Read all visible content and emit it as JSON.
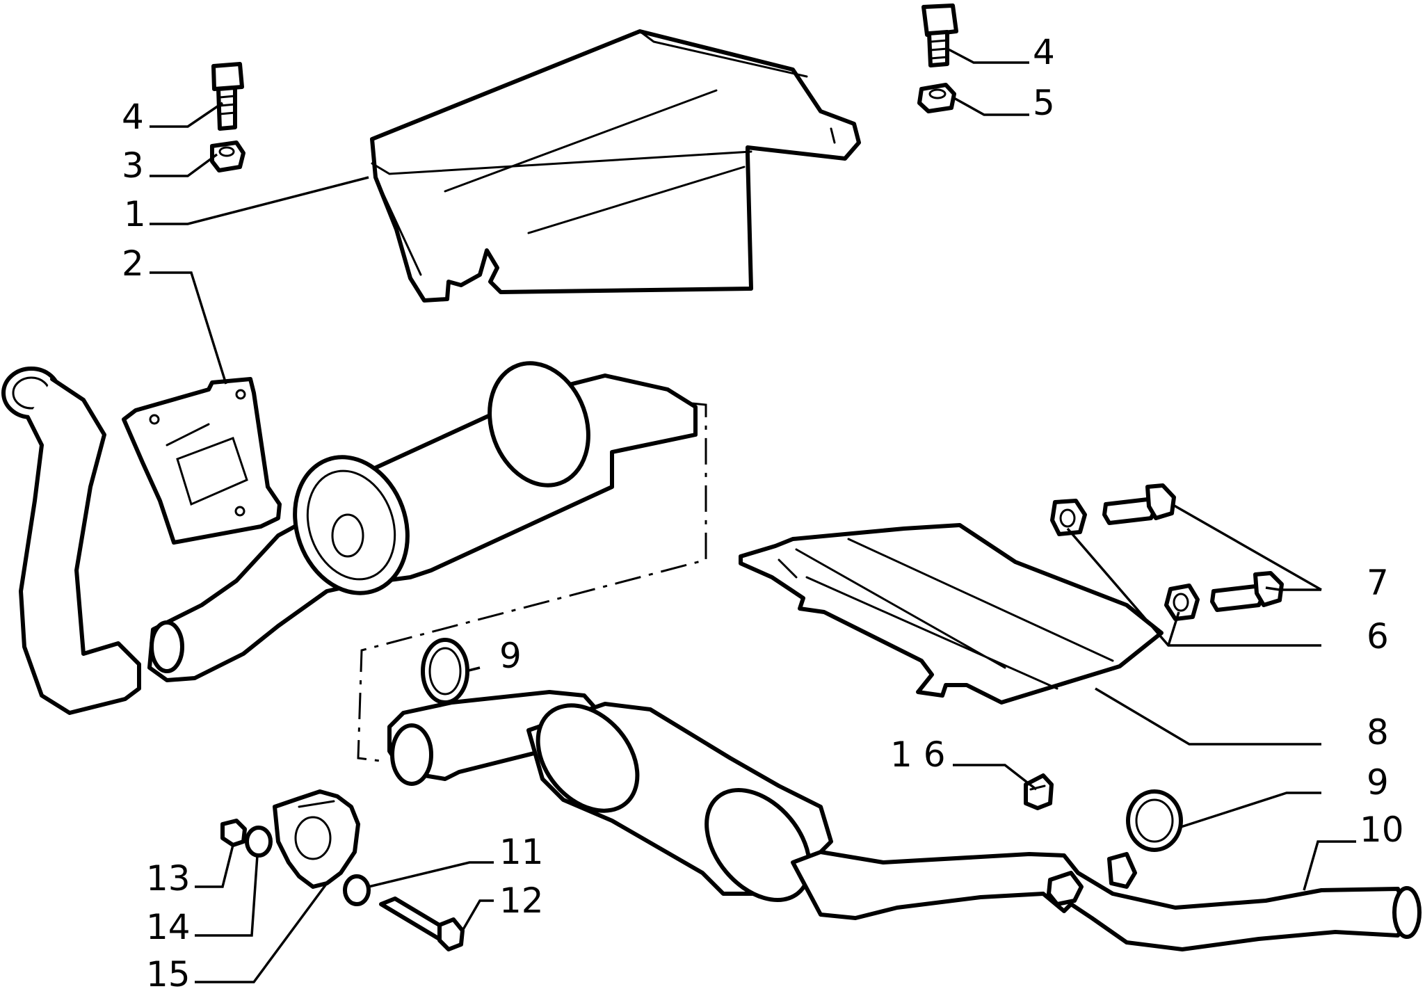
{
  "callouts": {
    "c1": "1",
    "c2": "2",
    "c3": "3",
    "c4_left": "4",
    "c4_right": "4",
    "c5": "5",
    "c6": "6",
    "c7": "7",
    "c8": "8",
    "c9_left": "9",
    "c9_right": "9",
    "c10": "10",
    "c11": "11",
    "c12": "12",
    "c13": "13",
    "c14": "14",
    "c15": "15",
    "c16": "1 6"
  },
  "colors": {
    "line": "#000000",
    "background": "#ffffff"
  }
}
